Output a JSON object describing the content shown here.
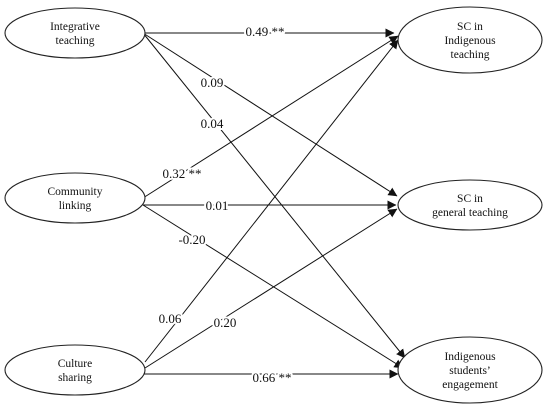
{
  "nodes": [
    {
      "id": "integrative",
      "lines": [
        "Integrative",
        "teaching"
      ]
    },
    {
      "id": "community",
      "lines": [
        "Community",
        "linking"
      ]
    },
    {
      "id": "culture",
      "lines": [
        "Culture",
        "sharing"
      ]
    },
    {
      "id": "sc_indigenous",
      "lines": [
        "SC in",
        "Indigenous",
        "teaching"
      ]
    },
    {
      "id": "sc_general",
      "lines": [
        "SC in",
        "general teaching"
      ]
    },
    {
      "id": "engagement",
      "lines": [
        "Indigenous",
        "students’",
        "engagement"
      ]
    }
  ],
  "paths": [
    {
      "from": "integrative",
      "to": "sc_indigenous",
      "label": "0.49 **"
    },
    {
      "from": "integrative",
      "to": "sc_general",
      "label": "0.09"
    },
    {
      "from": "integrative",
      "to": "engagement",
      "label": "0.04"
    },
    {
      "from": "community",
      "to": "sc_indigenous",
      "label": "0.32 **"
    },
    {
      "from": "community",
      "to": "sc_general",
      "label": "0.01"
    },
    {
      "from": "community",
      "to": "engagement",
      "label": "-0.20"
    },
    {
      "from": "culture",
      "to": "sc_indigenous",
      "label": "0.06"
    },
    {
      "from": "culture",
      "to": "sc_general",
      "label": "0.20"
    },
    {
      "from": "culture",
      "to": "engagement",
      "label": "0.66 **"
    }
  ]
}
